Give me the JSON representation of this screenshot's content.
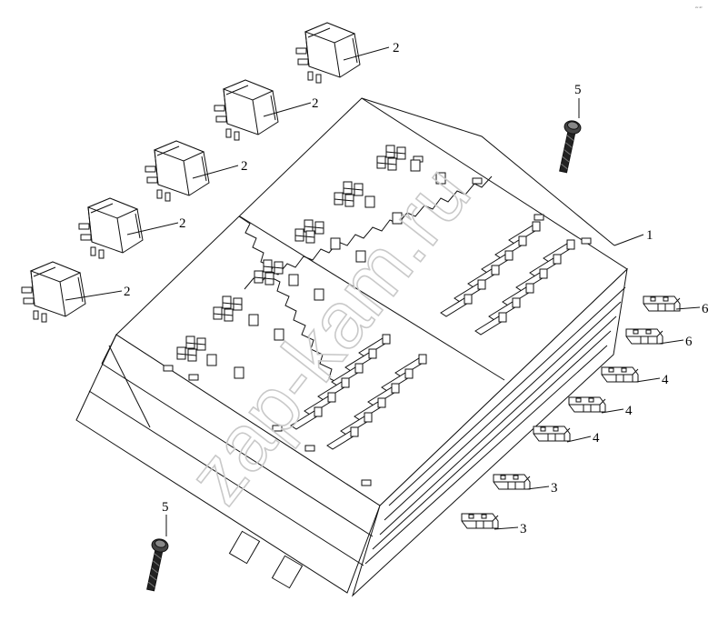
{
  "corner_mark": "ᵃᵇᶜ ᵈᵉᶠ",
  "watermark": "zap-kam.ru",
  "callouts": [
    {
      "id": "relay-1",
      "label": "2"
    },
    {
      "id": "relay-2",
      "label": "2"
    },
    {
      "id": "relay-3",
      "label": "2"
    },
    {
      "id": "relay-4",
      "label": "2"
    },
    {
      "id": "relay-5",
      "label": "2"
    },
    {
      "id": "block",
      "label": "1"
    },
    {
      "id": "bolt-top",
      "label": "5"
    },
    {
      "id": "bolt-bottom",
      "label": "5"
    },
    {
      "id": "fuse-a",
      "label": "6"
    },
    {
      "id": "fuse-b",
      "label": "6"
    },
    {
      "id": "fuse-c",
      "label": "4"
    },
    {
      "id": "fuse-d",
      "label": "4"
    },
    {
      "id": "fuse-e",
      "label": "4"
    },
    {
      "id": "fuse-f",
      "label": "3"
    },
    {
      "id": "fuse-g",
      "label": "3"
    }
  ]
}
